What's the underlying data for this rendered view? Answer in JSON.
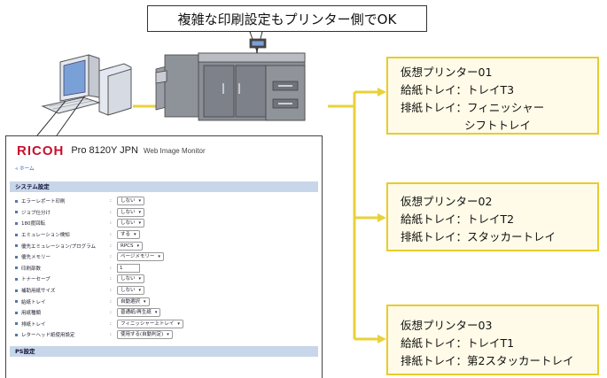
{
  "callout_text": "複雑な印刷設定もプリンター側でOK",
  "virtual_printers": [
    {
      "name": "仮想プリンター01",
      "input": "給紙トレイ：トレイT3",
      "output": "排紙トレイ：フィニッシャー",
      "output_cont": "シフトトレイ"
    },
    {
      "name": "仮想プリンター02",
      "input": "給紙トレイ：トレイT2",
      "output": "排紙トレイ：スタッカートレイ"
    },
    {
      "name": "仮想プリンター03",
      "input": "給紙トレイ：トレイT1",
      "output": "排紙トレイ：第2スタッカートレイ"
    }
  ],
  "monitor": {
    "logo": "RICOH",
    "model": "Pro 8120Y JPN",
    "app": "Web Image Monitor",
    "breadcrumb": "« ホーム",
    "section1": "システム設定",
    "section2": "PS設定",
    "rows": [
      {
        "label": "エラーレポート印刷",
        "value": "しない"
      },
      {
        "label": "ジョブ仕分け",
        "value": "しない"
      },
      {
        "label": "180度回転",
        "value": "しない"
      },
      {
        "label": "エミュレーション検知",
        "value": "する"
      },
      {
        "label": "優先エミュレーション/プログラム",
        "value": "RPCS"
      },
      {
        "label": "優先メモリー",
        "value": "ページメモリー"
      },
      {
        "label": "印刷部数",
        "value": "1"
      },
      {
        "label": "トナーセーブ",
        "value": "しない"
      },
      {
        "label": "補助用紙サイズ",
        "value": "しない"
      },
      {
        "label": "給紙トレイ",
        "value": "自動選択"
      },
      {
        "label": "用紙種類",
        "value": "普通紙/再生紙"
      },
      {
        "label": "排紙トレイ",
        "value": "フィニッシャー上トレイ"
      },
      {
        "label": "レターヘッド紙使用設定",
        "value": "使用する(自動判定)"
      }
    ]
  },
  "colors": {
    "connector": "#e8d23a",
    "box_border": "#e8cc2c",
    "box_fill": "#fffbe8",
    "logo": "#c8102e",
    "section_bg": "#c8d6ea"
  }
}
